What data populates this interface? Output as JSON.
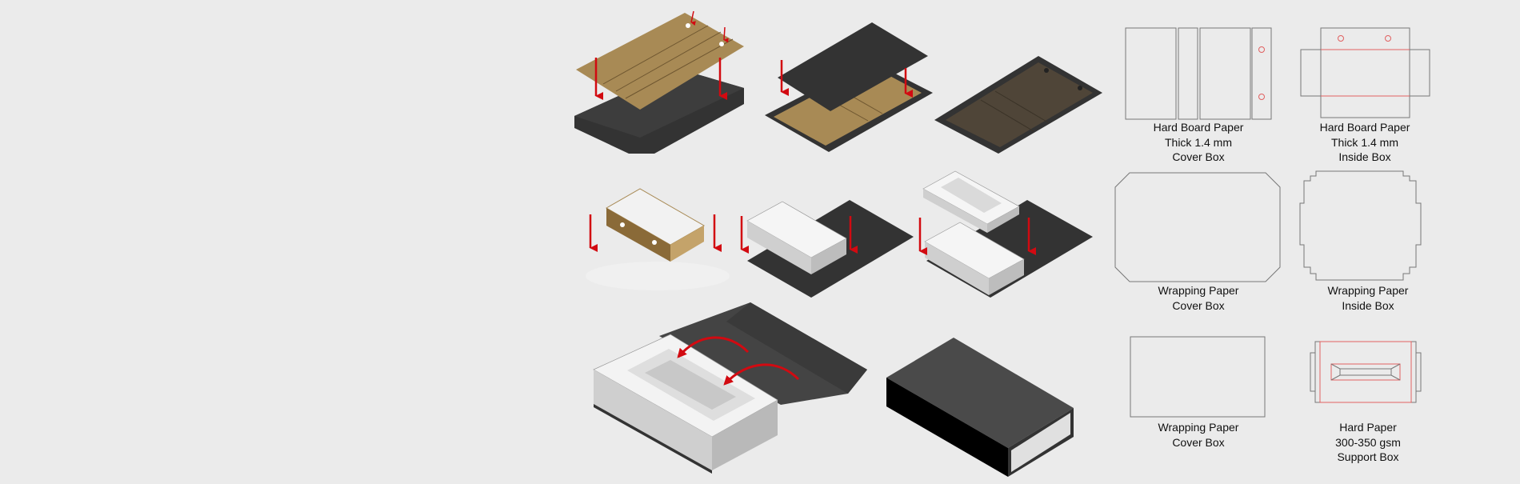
{
  "colors": {
    "background": "#ebebeb",
    "dark_board": "#333333",
    "kraft_board": "#a88a55",
    "white_box": "#e6e6e6",
    "arrow": "#d20a11",
    "dieline": "#777777",
    "cut_line": "#e06060"
  },
  "icons": [
    "down-arrow-icon",
    "curved-arrow-icon",
    "magnet-icon"
  ],
  "specs": [
    {
      "lines": [
        "Hard Board Paper",
        "Thick 1.4 mm",
        "Cover Box"
      ]
    },
    {
      "lines": [
        "Hard Board Paper",
        "Thick 1.4 mm",
        "Inside Box"
      ]
    },
    {
      "lines": [
        "Wrapping Paper",
        "Cover Box"
      ]
    },
    {
      "lines": [
        "Wrapping Paper",
        "Inside Box"
      ]
    },
    {
      "lines": [
        "Wrapping Paper",
        "Cover Box"
      ]
    },
    {
      "lines": [
        "Hard Paper",
        "300-350 gsm",
        "Support Box"
      ]
    }
  ]
}
